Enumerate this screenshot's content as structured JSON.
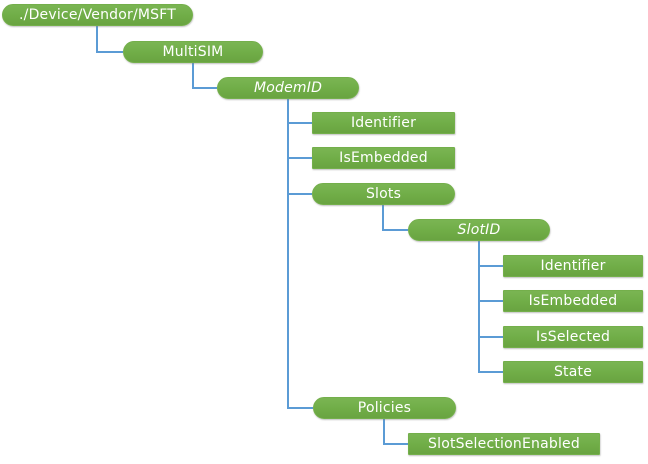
{
  "diagram": {
    "type": "tree",
    "colors": {
      "node_fill": "#70AD47",
      "node_border": "#74AF4B",
      "connector": "#5B9BD5",
      "node_text": "#FFFFFF",
      "background": "#FFFFFF"
    },
    "nodes": [
      {
        "id": "root",
        "label": "./Device/Vendor/MSFT",
        "shape": "pill",
        "italic": false,
        "parent": null
      },
      {
        "id": "multisim",
        "label": "MultiSIM",
        "shape": "pill",
        "italic": false,
        "parent": "root"
      },
      {
        "id": "modemid",
        "label": "ModemID",
        "shape": "pill",
        "italic": true,
        "parent": "multisim"
      },
      {
        "id": "modem-identifier",
        "label": "Identifier",
        "shape": "rect",
        "italic": false,
        "parent": "modemid"
      },
      {
        "id": "modem-isembedded",
        "label": "IsEmbedded",
        "shape": "rect",
        "italic": false,
        "parent": "modemid"
      },
      {
        "id": "slots",
        "label": "Slots",
        "shape": "pill",
        "italic": false,
        "parent": "modemid"
      },
      {
        "id": "slotid",
        "label": "SlotID",
        "shape": "pill",
        "italic": true,
        "parent": "slots"
      },
      {
        "id": "slot-identifier",
        "label": "Identifier",
        "shape": "rect",
        "italic": false,
        "parent": "slotid"
      },
      {
        "id": "slot-isembedded",
        "label": "IsEmbedded",
        "shape": "rect",
        "italic": false,
        "parent": "slotid"
      },
      {
        "id": "slot-isselected",
        "label": "IsSelected",
        "shape": "rect",
        "italic": false,
        "parent": "slotid"
      },
      {
        "id": "slot-state",
        "label": "State",
        "shape": "rect",
        "italic": false,
        "parent": "slotid"
      },
      {
        "id": "policies",
        "label": "Policies",
        "shape": "pill",
        "italic": false,
        "parent": "modemid"
      },
      {
        "id": "slotselectionenabled",
        "label": "SlotSelectionEnabled",
        "shape": "rect",
        "italic": false,
        "parent": "policies"
      }
    ]
  }
}
